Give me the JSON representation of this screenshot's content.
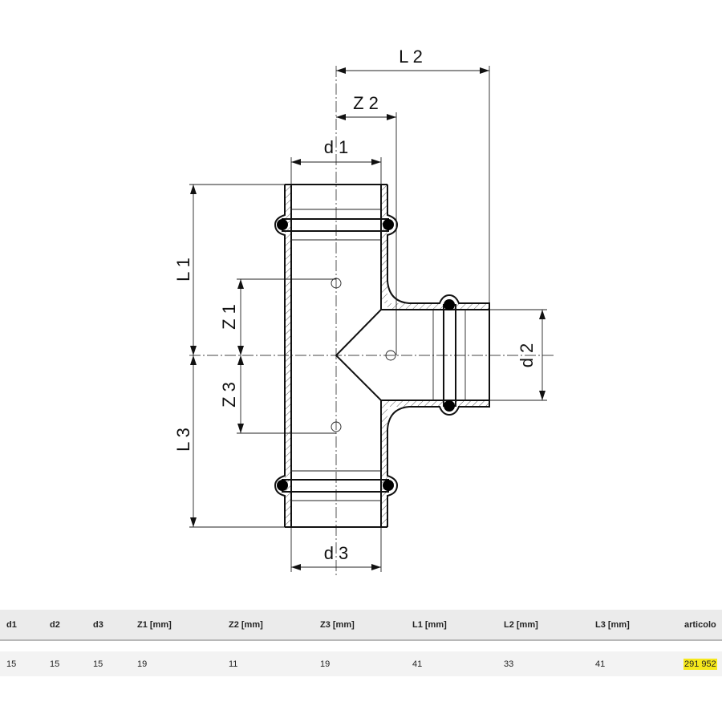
{
  "drawing": {
    "labels": {
      "L1": "L 1",
      "L2": "L 2",
      "L3": "L 3",
      "Z1": "Z 1",
      "Z2": "Z 2",
      "Z3": "Z 3",
      "d1": "d 1",
      "d2": "d 2",
      "d3": "d 3"
    }
  },
  "table": {
    "headers": [
      "d1",
      "d2",
      "d3",
      "Z1 [mm]",
      "Z2 [mm]",
      "Z3 [mm]",
      "L1 [mm]",
      "L2 [mm]",
      "L3 [mm]",
      "articolo"
    ],
    "rows": [
      [
        "15",
        "15",
        "15",
        "19",
        "11",
        "19",
        "41",
        "33",
        "41",
        "291 952"
      ]
    ],
    "highlight_color": "#f6e81c"
  }
}
